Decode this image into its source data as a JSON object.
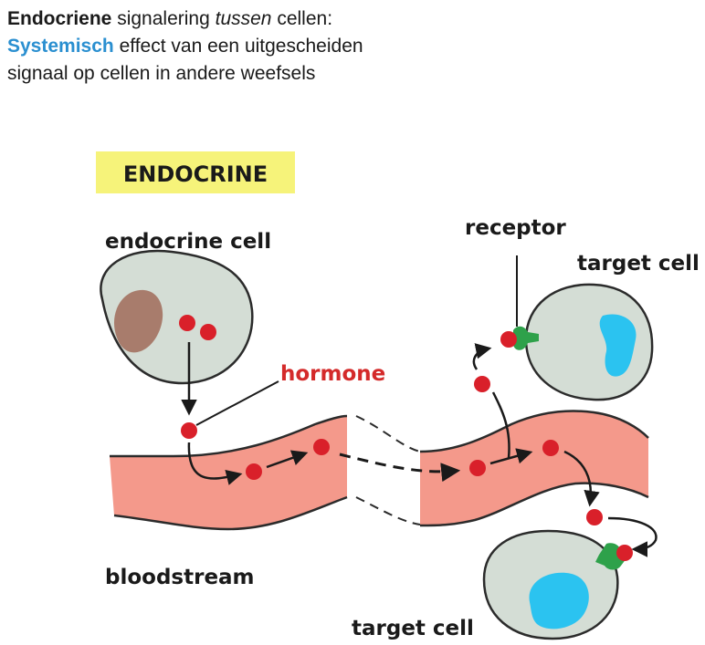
{
  "caption": {
    "line1_bold": "Endocriene",
    "line1_mid": " signalering ",
    "line1_ital": "tussen",
    "line1_end": " cellen:",
    "line2_blue": "Systemisch",
    "line2_rest": " effect van een uitgescheiden",
    "line3": "signaal op cellen in andere weefsels"
  },
  "diagram": {
    "badge": "ENDOCRINE",
    "endocrine_cell": "endocrine cell",
    "hormone": "hormone",
    "receptor": "receptor",
    "target_cell_top": "target cell",
    "target_cell_bottom": "target cell",
    "bloodstream": "bloodstream"
  },
  "colors": {
    "badge": "#f6f37a",
    "cell_fill": "#d4ddd5",
    "cell_stroke": "#2b2b2b",
    "nucleus_endocrine": "#a87c6c",
    "nucleus_target": "#2bc3f0",
    "blood": "#f4998b",
    "hormone_dot": "#d9202a",
    "receptor": "#2ea14a",
    "accent_blue": "#2a8fd0",
    "label_red": "#d42a2a"
  }
}
